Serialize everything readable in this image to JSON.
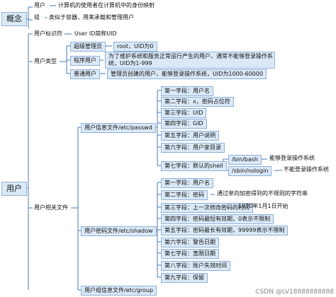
{
  "concept": {
    "label": "概念",
    "user_label": "用户",
    "user_desc": "计算机的使用者在计算机中的身份映射",
    "group_label": "组",
    "group_desc": "类似于容器，用来承载和管理用户"
  },
  "root": {
    "label": "用户"
  },
  "uid": {
    "label": "用户标识符",
    "desc": "User ID简称UID"
  },
  "user_type": {
    "label": "用户类型",
    "items": [
      {
        "label": "超级管理员",
        "desc": "root，UID为0"
      },
      {
        "label": "程序用户",
        "desc_line1": "为了维护系统和服务正常运行产生的用户，通常不能够登录操作系",
        "desc_line2": "统，UID为1-999"
      },
      {
        "label": "普通用户",
        "desc": "管理员创建的用户，能够登录操作系统，UID为1000-60000"
      }
    ]
  },
  "files": {
    "label": "用户相关文件",
    "passwd": {
      "label": "用户信息文件/etc/passwd",
      "fields": [
        {
          "label": "第一字段：用户名"
        },
        {
          "label": "第二字段：x，密码占位符"
        },
        {
          "label": "第三字段：UID"
        },
        {
          "label": "第四字段：GID"
        },
        {
          "label": "第五字段：用户说明"
        },
        {
          "label": "第六字段：用户家目录"
        },
        {
          "label": "第七字段：默认的shell"
        }
      ],
      "shells": [
        {
          "path": "/bin/bash",
          "desc": "能够登录操作系统"
        },
        {
          "path": "/sbin/nologin",
          "desc": "不能登录操作系统"
        }
      ]
    },
    "shadow": {
      "label": "用户密码文件/etc/shadow",
      "fields": [
        {
          "label": "第一字段：用户名"
        },
        {
          "label": "第二字段：密码",
          "desc": "通过单向加密得到的不规则的字符串"
        },
        {
          "label": "第三字段：上一次修改密码的时间",
          "desc": "1970年1月1日开始"
        },
        {
          "label": "第四字段：密码最短有效期，0表示不限制"
        },
        {
          "label": "第五字段：密码最长有效期，99999表示不限制"
        },
        {
          "label": "第六字段：警告日期"
        },
        {
          "label": "第七字段：宽限日期"
        },
        {
          "label": "第八字段：账户失效时间"
        },
        {
          "label": "第九字段：保留"
        }
      ]
    },
    "group": {
      "label": "用户组信息文件/etc/group"
    }
  },
  "watermark": "CSDN @LV18888888888",
  "colors": {
    "line": "#4a78b5",
    "node_fill": "#dbe9f7",
    "node_border": "#8fb1d8"
  }
}
